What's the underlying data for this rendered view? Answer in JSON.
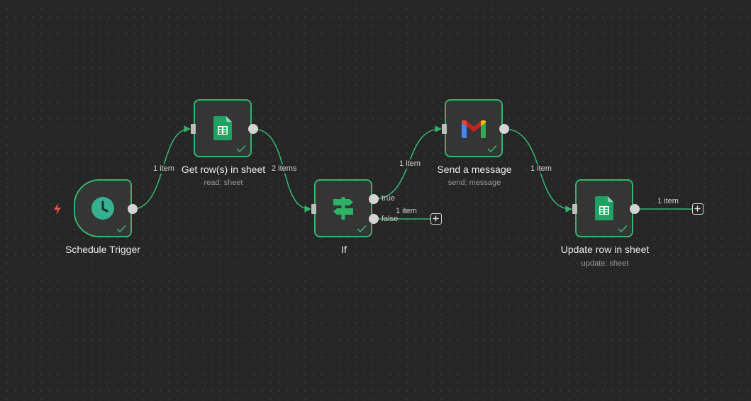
{
  "colors": {
    "edge": "#35b46d",
    "node_border": "#35b46d",
    "node_bg": "#353535",
    "canvas_bg": "#262626",
    "trigger_icon": "#35b090",
    "sheets_green": "#1ea362",
    "if_green": "#2fb166"
  },
  "nodes": {
    "schedule_trigger": {
      "title": "Schedule Trigger",
      "icon": "clock-icon"
    },
    "get_rows": {
      "title": "Get row(s) in sheet",
      "subtitle": "read: sheet",
      "icon": "google-sheets-icon"
    },
    "if": {
      "title": "If",
      "icon": "signpost-icon",
      "outputs": {
        "true": "true",
        "false": "false"
      }
    },
    "send_message": {
      "title": "Send a message",
      "subtitle": "send: message",
      "icon": "gmail-icon"
    },
    "update_row": {
      "title": "Update row in sheet",
      "subtitle": "update: sheet",
      "icon": "google-sheets-icon"
    }
  },
  "edges": {
    "trigger_to_get": "1 item",
    "get_to_if": "2 items",
    "if_true_to_send": "1 item",
    "if_false_out": "1 item",
    "send_to_update": "1 item",
    "update_out": "1 item"
  }
}
